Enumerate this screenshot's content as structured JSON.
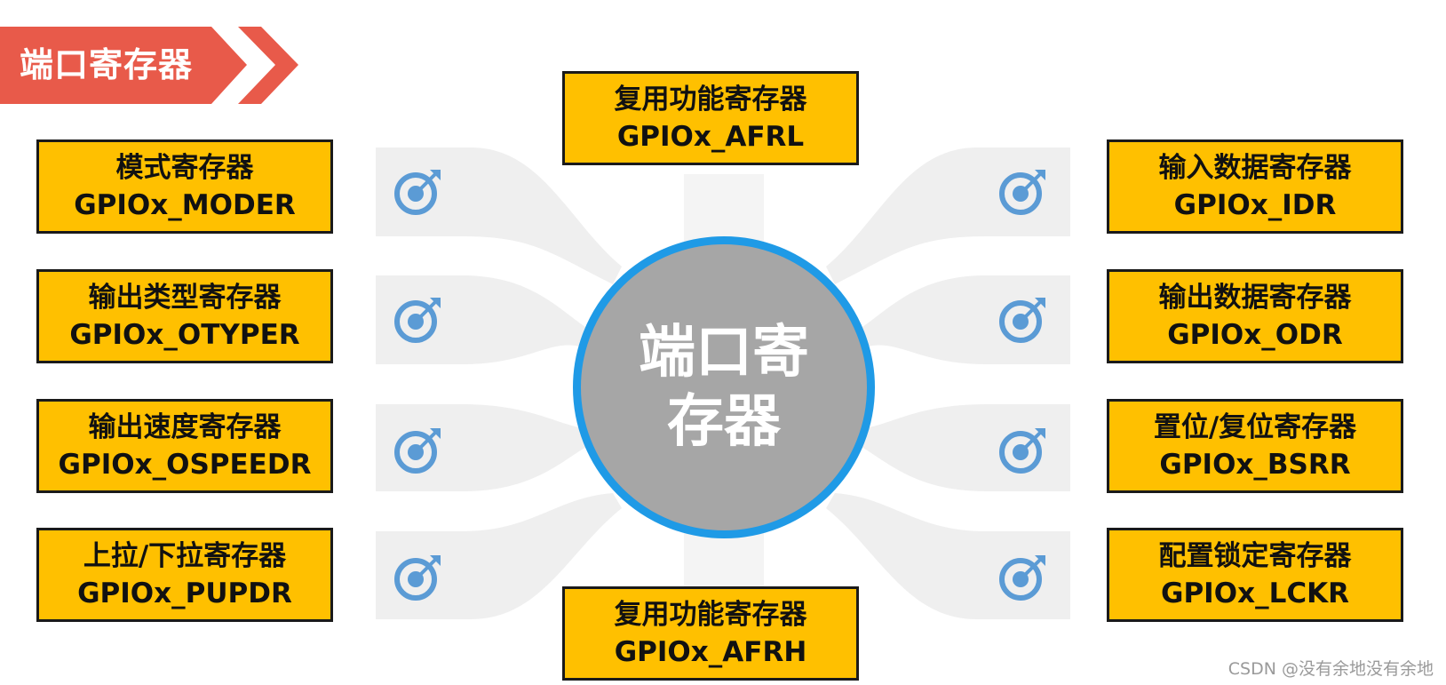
{
  "title": "端口寄存器",
  "center": {
    "line1": "端口寄",
    "line2": "存器"
  },
  "registers": {
    "top": {
      "cn": "复用功能寄存器",
      "en": "GPIOx_AFRL"
    },
    "bottom": {
      "cn": "复用功能寄存器",
      "en": "GPIOx_AFRH"
    },
    "left": [
      {
        "cn": "模式寄存器",
        "en": "GPIOx_MODER"
      },
      {
        "cn": "输出类型寄存器",
        "en": "GPIOx_OTYPER"
      },
      {
        "cn": "输出速度寄存器",
        "en": "GPIOx_OSPEEDR"
      },
      {
        "cn": "上拉/下拉寄存器",
        "en": "GPIOx_PUPDR"
      }
    ],
    "right": [
      {
        "cn": "输入数据寄存器",
        "en": "GPIOx_IDR"
      },
      {
        "cn": "输出数据寄存器",
        "en": "GPIOx_ODR"
      },
      {
        "cn": "置位/复位寄存器",
        "en": "GPIOx_BSRR"
      },
      {
        "cn": "配置锁定寄存器",
        "en": "GPIOx_LCKR"
      }
    ]
  },
  "icons": {
    "target": "target-arrow-icon"
  },
  "colors": {
    "box_fill": "#ffc000",
    "banner": "#e85a4a",
    "circle_fill": "#a6a6a6",
    "circle_ring": "#1f9ae6",
    "icon": "#5b9bd5",
    "connector": "#efefef"
  },
  "watermark": "CSDN @没有余地没有余地"
}
